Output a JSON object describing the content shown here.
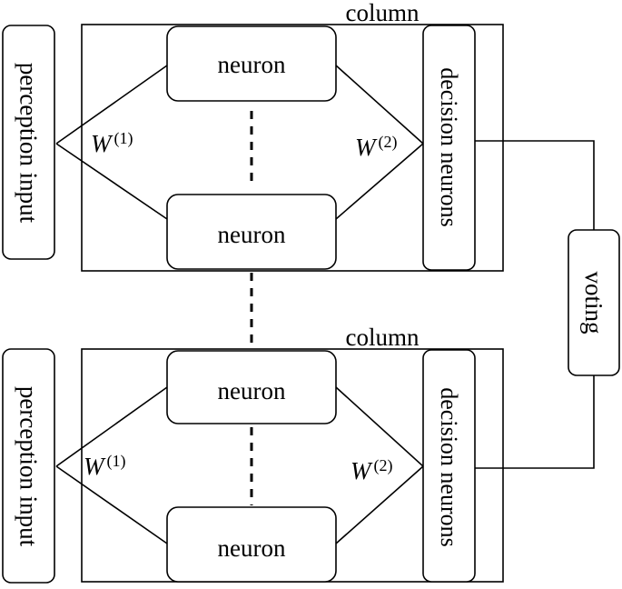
{
  "column_label": "column",
  "perception_label": "perception input",
  "neuron_label": "neuron",
  "decision_label": "decision neurons",
  "voting_label": "voting",
  "weight_symbol": "W",
  "weight_1_sup": "(1)",
  "weight_2_sup": "(2)"
}
